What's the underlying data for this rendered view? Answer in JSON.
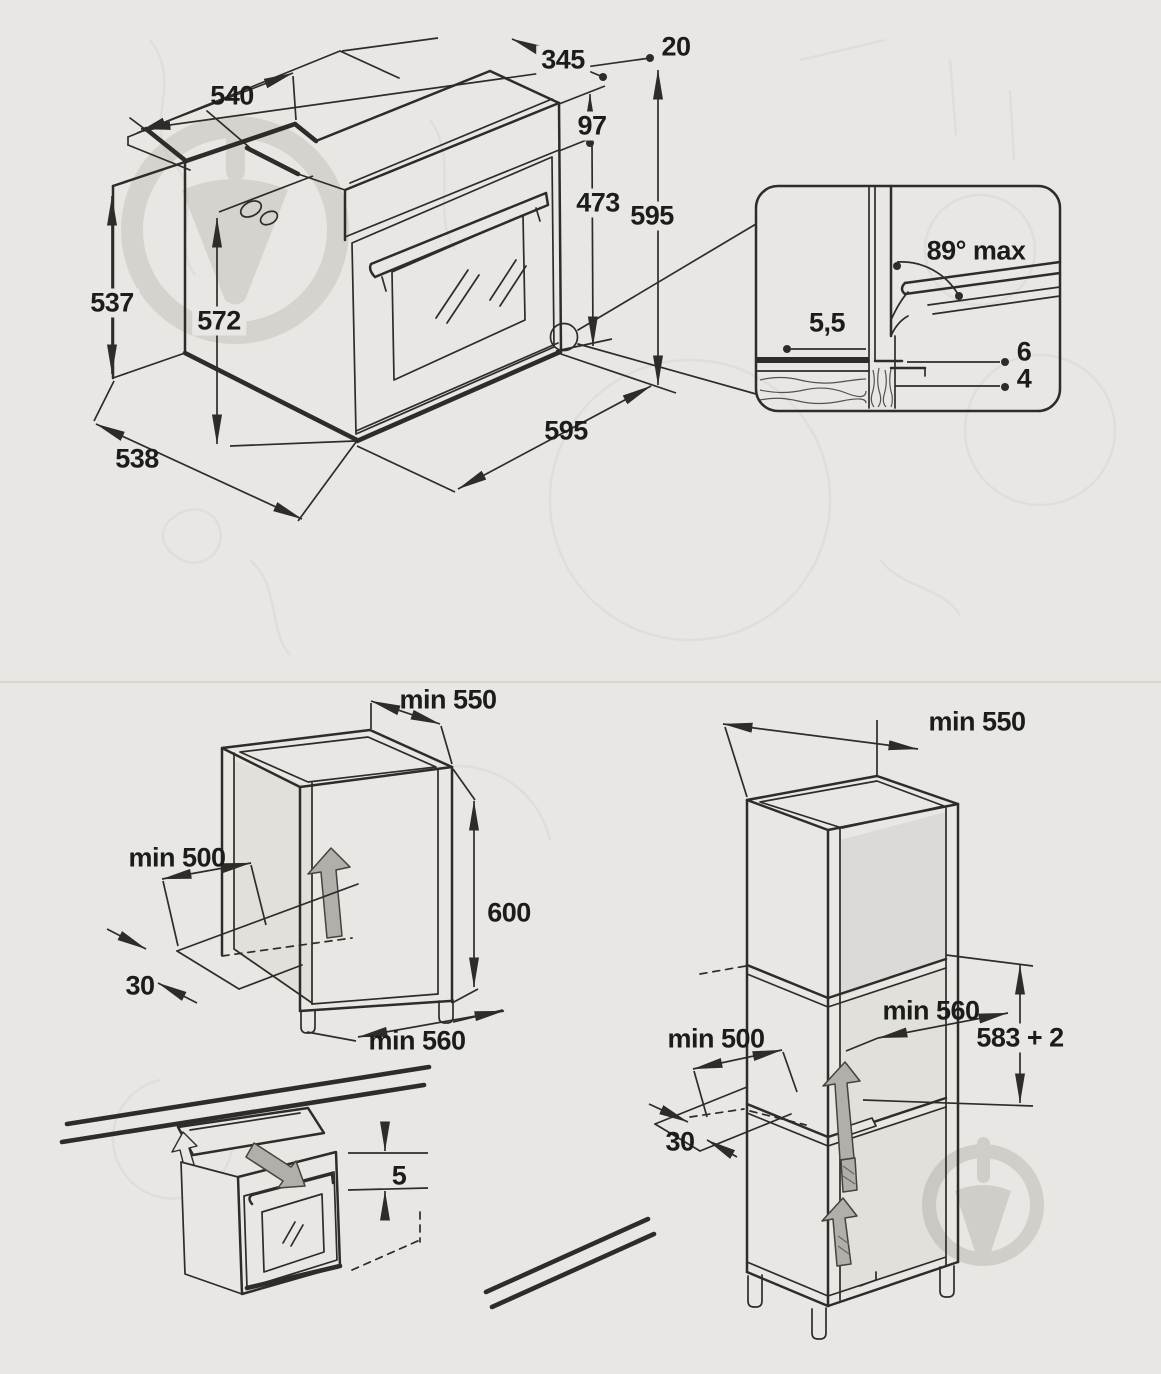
{
  "colors": {
    "page_bg": "#e9e7e3",
    "ink": "#2e2c29",
    "label": "#1c1c1a",
    "divider": "#d8d5d0",
    "arrow_gray": "#b2afab",
    "watermark": "#bab7b2",
    "shade": "#3c3a37"
  },
  "oven_view": {
    "top_width": "540",
    "top_depth": "345",
    "top_lip": "20",
    "panel_height": "97",
    "door_height": "473",
    "total_height": "595",
    "side_back_height": "537",
    "side_height": "572",
    "bottom_depth": "538",
    "front_width": "595"
  },
  "hinge_detail": {
    "max_open_angle": "89° max",
    "side_clearance": "5,5",
    "upper_offset": "6",
    "lower_offset": "4"
  },
  "base_cabinet_view": {
    "top_depth": "min 550",
    "front_clearance": "min 500",
    "niche_height": "600",
    "plinth_setback": "30",
    "niche_width": "min 560"
  },
  "worktop_view": {
    "top_gap": "5"
  },
  "tall_cabinet_view": {
    "top_depth": "min 550",
    "niche_width": "min 560",
    "niche_height": "583 + 2",
    "front_clearance": "min 500",
    "plinth_setback": "30"
  }
}
